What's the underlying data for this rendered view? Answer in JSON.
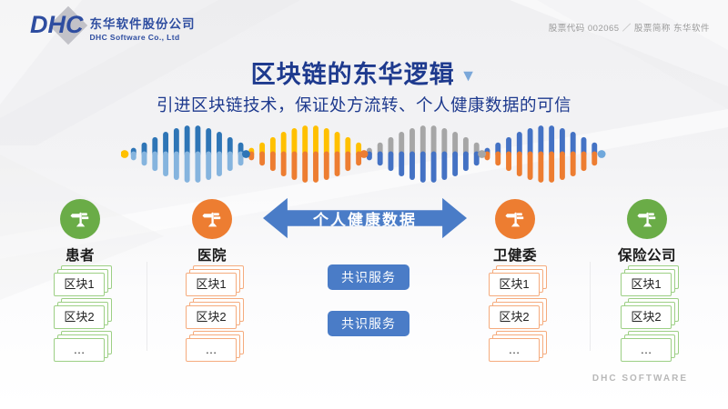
{
  "header": {
    "logo": {
      "abbr": "DHC",
      "company_cn": "东华软件股份公司",
      "company_en": "DHC Software Co., Ltd"
    },
    "stock_info": "股票代码 002065 ／ 股票简称 东华软件"
  },
  "title": {
    "text": "区块链的东华逻辑",
    "marker": "▼"
  },
  "subtitle": "引进区块链技术，保证处方流转、个人健康数据的可信",
  "dna": {
    "segments": [
      {
        "top": "#2e75b6",
        "bottom": "#85b4de"
      },
      {
        "top": "#ffc000",
        "bottom": "#ed7d31"
      },
      {
        "top": "#a6a6a6",
        "bottom": "#4472c4"
      },
      {
        "top": "#4472c4",
        "bottom": "#ed7d31"
      }
    ],
    "dots": [
      "#ffc000",
      "#2e75b6",
      "#ed7d31",
      "#a6a6a6",
      "#6fa8dc"
    ]
  },
  "flow": {
    "arrow_label": "个人健康数据",
    "buttons": [
      "共识服务",
      "共识服务"
    ]
  },
  "entities": [
    {
      "label": "患者",
      "icon": "signpost-icon",
      "icon_color": "#6aac47",
      "border_color": "#9ccf84",
      "blocks": [
        "区块1",
        "区块2",
        "…"
      ]
    },
    {
      "label": "医院",
      "icon": "signpost-icon",
      "icon_color": "#ed7d31",
      "border_color": "#f5ab7d",
      "blocks": [
        "区块1",
        "区块2",
        "…"
      ]
    },
    {
      "label": "卫健委",
      "icon": "signpost-icon",
      "icon_color": "#ed7d31",
      "border_color": "#f5ab7d",
      "blocks": [
        "区块1",
        "区块2",
        "…"
      ]
    },
    {
      "label": "保险公司",
      "icon": "signpost-icon",
      "icon_color": "#6aac47",
      "border_color": "#9ccf84",
      "blocks": [
        "区块1",
        "区块2",
        "…"
      ]
    }
  ],
  "footer": {
    "text": "DHC SOFTWARE"
  },
  "colors": {
    "navy": "#1e3a8e",
    "accent_blue": "#4a7cc7",
    "marker_blue": "#7aa7d9",
    "logo_blue": "#2e4da0",
    "stock_gray": "#9b9b9b",
    "footer_gray": "#b8b8b8"
  }
}
